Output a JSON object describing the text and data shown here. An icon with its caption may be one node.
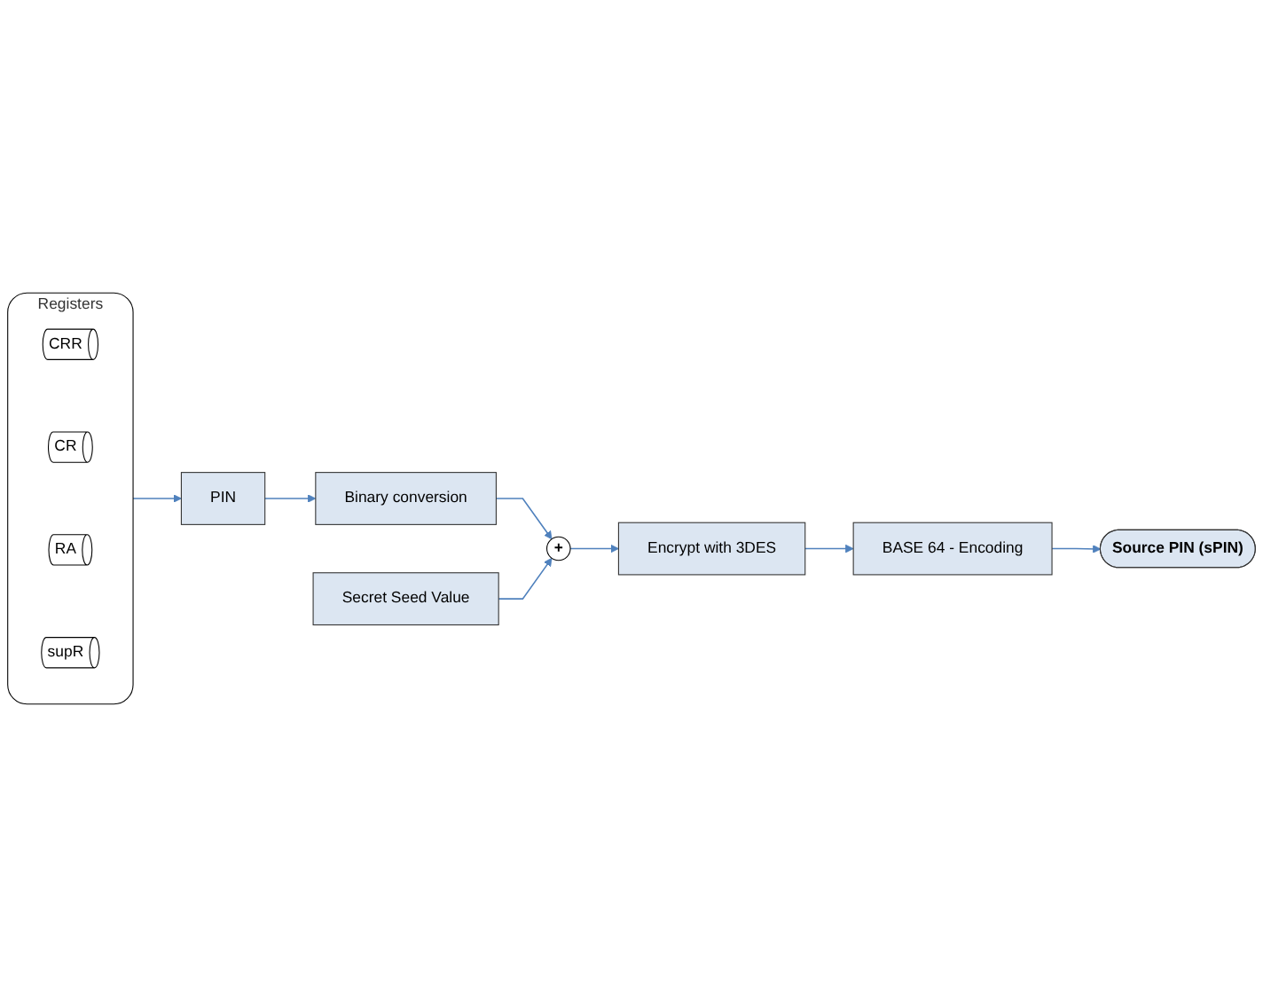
{
  "diagram": {
    "nodes": [
      {
        "text": [
          "Registers"
        ]
      },
      {
        "text": [
          "CRR"
        ],
        "in": 0
      },
      {
        "text": [
          "CR"
        ],
        "in": 0
      },
      {
        "text": [
          "RA"
        ],
        "in": 0
      },
      {
        "text": [
          "supR"
        ],
        "in": 0
      },
      {
        "text": [
          "PIN"
        ]
      },
      {
        "text": [
          "Binary conversion"
        ]
      },
      {
        "text": [
          "Secret Seed Value"
        ]
      },
      {
        "text": [
          "+"
        ]
      },
      {
        "text": [
          "Encrypt with 3DES"
        ]
      },
      {
        "text": [
          "BASE 64 - Encoding"
        ]
      },
      {
        "text": [
          "Source PIN (sPIN)"
        ]
      }
    ],
    "edges": [
      {
        "from": 0,
        "to": 5,
        "arrow": "to"
      },
      {
        "from": 5,
        "to": 6,
        "arrow": "to"
      },
      {
        "from": 6,
        "to": 8,
        "arrow": "to"
      },
      {
        "from": 7,
        "to": 8,
        "arrow": "to"
      },
      {
        "from": 8,
        "to": 9,
        "arrow": "to"
      },
      {
        "from": 9,
        "to": 10,
        "arrow": "to"
      },
      {
        "from": 10,
        "to": 11,
        "arrow": "to"
      }
    ]
  }
}
